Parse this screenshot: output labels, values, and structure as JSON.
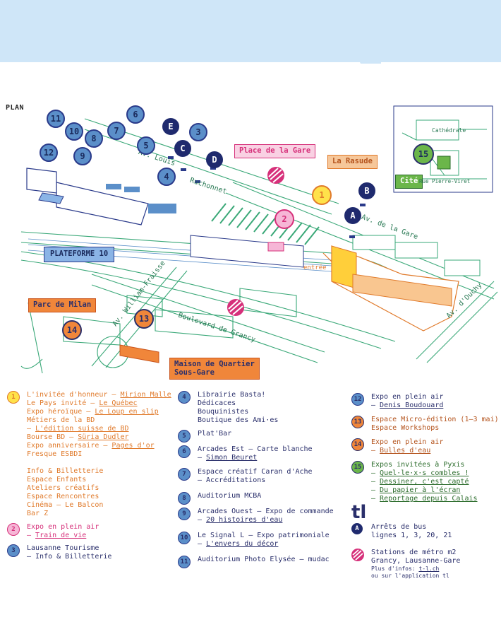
{
  "plan_label": "PLAN",
  "tags": {
    "place_gare": "Place de la Gare",
    "rasude": "La Rasude",
    "plateforme": "PLATEFORME 10",
    "parc_milan": "Parc de Milan",
    "maison_quartier": "Maison de Quartier\nSous-Gare",
    "cite": "Cité",
    "cathedrale": "Cathédrale",
    "entree": "entrée"
  },
  "streets": {
    "louis_ruchonnet_1": "Av. Louis",
    "louis_ruchonnet_2": "Ruchonnet",
    "av_gare": "Av. de la Gare",
    "ouchy": "Av. d'Ouchy",
    "william_fraisse": "Av. William-Fraisse",
    "grancy": "Boulevard de Grancy",
    "pierre_viret": "Rue Pierre-Viret"
  },
  "pins": {
    "p1": "1",
    "p2": "2",
    "p3": "3",
    "p4": "4",
    "p5": "5",
    "p6": "6",
    "p7": "7",
    "p8": "8",
    "p9": "9",
    "p10": "10",
    "p11": "11",
    "p12": "12",
    "p13": "13",
    "p14": "14",
    "p15": "15",
    "pA": "A",
    "pB": "B",
    "pC": "C",
    "pD": "D",
    "pE": "E"
  },
  "legend": {
    "l1": {
      "num": "1",
      "lines": [
        [
          "L'invitée d'honneur – ",
          "Mirion Malle"
        ],
        [
          "Le Pays invité – ",
          "Le Québec"
        ],
        [
          "Expo héroïque – ",
          "Le Loup en slip"
        ],
        [
          "Métiers de la BD",
          ""
        ],
        [
          "– ",
          "L'édition suisse de BD"
        ],
        [
          "Bourse BD – ",
          "Süria Dudler"
        ],
        [
          "Expo anniversaire – ",
          "Pages d'or"
        ],
        [
          "Fresque ESBDI",
          ""
        ]
      ],
      "extra": [
        "Info & Billetterie",
        "Espace Enfants",
        "Ateliers créatifs",
        "Espace Rencontres",
        "Cinéma – Le Balcon",
        "Bar Z"
      ]
    },
    "l2": {
      "num": "2",
      "line1": "Expo en plein air",
      "line2_pre": "– ",
      "line2": "Train de vie"
    },
    "l3": {
      "num": "3",
      "line1": "Lausanne Tourisme",
      "line2": "– Info & Billetterie"
    },
    "l4": {
      "num": "4",
      "lines": [
        "Librairie Basta!",
        "Dédicaces",
        "Bouquinistes",
        "Boutique des Ami·es"
      ]
    },
    "l5": {
      "num": "5",
      "line1": "Plat'Bar"
    },
    "l6": {
      "num": "6",
      "line1": "Arcades Est – Carte blanche",
      "line2_pre": "– ",
      "line2": "Simon Beuret"
    },
    "l7": {
      "num": "7",
      "line1": "Espace créatif Caran d'Ache",
      "line2": "– Accréditations"
    },
    "l8": {
      "num": "8",
      "line1": "Auditorium MCBA"
    },
    "l9": {
      "num": "9",
      "line1": "Arcades Ouest – Expo de commande",
      "line2_pre": "– ",
      "line2": "20 histoires d'eau"
    },
    "l10": {
      "num": "10",
      "line1": "Le Signal L – Expo patrimoniale",
      "line2_pre": "– ",
      "line2": "L'envers du décor"
    },
    "l11": {
      "num": "11",
      "line1": "Auditorium Photo Elysée – mudac"
    },
    "l12": {
      "num": "12",
      "line1": "Expo en plein air",
      "line2_pre": "– ",
      "line2": "Denis Boudouard"
    },
    "l13": {
      "num": "13",
      "line1": "Espace Micro-édition (1–3 mai)",
      "line2": "Espace Workshops"
    },
    "l14": {
      "num": "14",
      "line1": "Expo en plein air",
      "line2_pre": "– ",
      "line2": "Bulles d'eau"
    },
    "l15": {
      "num": "15",
      "line1": "Expos invitées à Pyxis",
      "items": [
        "Quel·le·x·s combles !",
        "Dessiner, c'est capté",
        "Du papier à l'écran",
        "Reportage depuis Calais"
      ]
    },
    "tl_logo": "tl",
    "bus": {
      "letter": "A",
      "line1": "Arrêts de bus",
      "line2": "lignes 1, 3, 20, 21"
    },
    "metro": {
      "line1": "Stations de métro m2",
      "line2": "Grancy, Lausanne-Gare",
      "info1_pre": "Plus d'infos: ",
      "info1": "t-l.ch",
      "info2": "ou sur l'application tl"
    }
  },
  "colors": {
    "banner": "#cfe6f8",
    "street": "#3aa878",
    "navy": "#1f2a6e",
    "blue": "#5b8fc9",
    "orange": "#e07a2b",
    "pink": "#d6307a",
    "yellow": "#ffe24a",
    "green": "#6bb64a"
  }
}
